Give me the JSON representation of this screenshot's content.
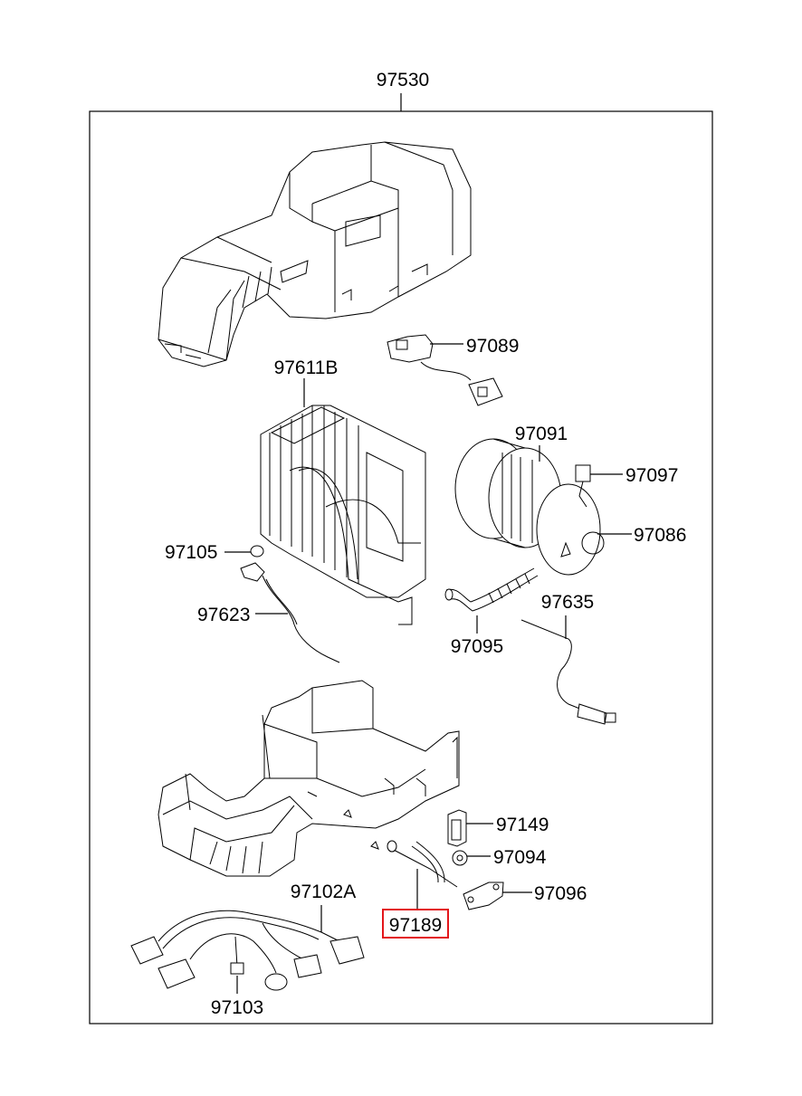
{
  "diagram": {
    "assembly_label": "97530",
    "highlighted_part": "97189",
    "highlight_color": "#e3161b",
    "parts": [
      {
        "id": "97089",
        "label": "97089"
      },
      {
        "id": "97611B",
        "label": "97611B"
      },
      {
        "id": "97091",
        "label": "97091"
      },
      {
        "id": "97097",
        "label": "97097"
      },
      {
        "id": "97105",
        "label": "97105"
      },
      {
        "id": "97086",
        "label": "97086"
      },
      {
        "id": "97623",
        "label": "97623"
      },
      {
        "id": "97635",
        "label": "97635"
      },
      {
        "id": "97149",
        "label": "97149"
      },
      {
        "id": "97094",
        "label": "97094"
      },
      {
        "id": "97095",
        "label": "97095"
      },
      {
        "id": "97102A",
        "label": "97102A"
      },
      {
        "id": "97096",
        "label": "97096"
      },
      {
        "id": "97189",
        "label": "97189"
      },
      {
        "id": "97103",
        "label": "97103"
      }
    ]
  }
}
